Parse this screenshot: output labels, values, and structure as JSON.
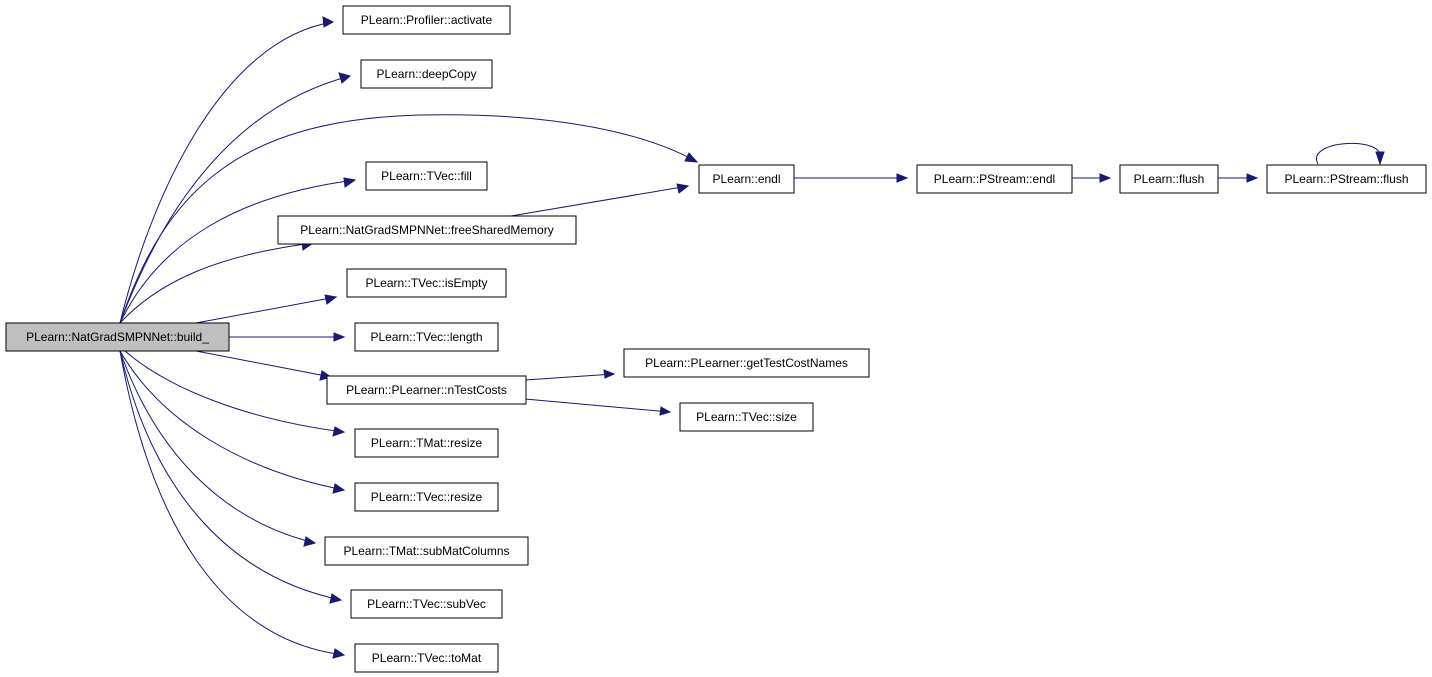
{
  "colors": {
    "edge": "#191970",
    "node_fill": "#ffffff",
    "root_fill": "#bfbfbf",
    "node_border": "#000000"
  },
  "nodes": {
    "build": "PLearn::NatGradSMPNNet::build_",
    "activate": "PLearn::Profiler::activate",
    "deepcopy": "PLearn::deepCopy",
    "endl": "PLearn::endl",
    "fill": "PLearn::TVec::fill",
    "free_shared": "PLearn::NatGradSMPNNet::freeSharedMemory",
    "isempty": "PLearn::TVec::isEmpty",
    "length": "PLearn::TVec::length",
    "ntestcosts": "PLearn::PLearner::nTestCosts",
    "tmat_resize": "PLearn::TMat::resize",
    "tvec_resize": "PLearn::TVec::resize",
    "submatcolumns": "PLearn::TMat::subMatColumns",
    "subvec": "PLearn::TVec::subVec",
    "tomat": "PLearn::TVec::toMat",
    "pstream_endl": "PLearn::PStream::endl",
    "flush": "PLearn::flush",
    "pstream_flush": "PLearn::PStream::flush",
    "gettestcostnames": "PLearn::PLearner::getTestCostNames",
    "size": "PLearn::TVec::size"
  },
  "edges": [
    {
      "from": "PLearn::NatGradSMPNNet::build_",
      "to": "PLearn::Profiler::activate"
    },
    {
      "from": "PLearn::NatGradSMPNNet::build_",
      "to": "PLearn::deepCopy"
    },
    {
      "from": "PLearn::NatGradSMPNNet::build_",
      "to": "PLearn::endl"
    },
    {
      "from": "PLearn::NatGradSMPNNet::build_",
      "to": "PLearn::TVec::fill"
    },
    {
      "from": "PLearn::NatGradSMPNNet::build_",
      "to": "PLearn::NatGradSMPNNet::freeSharedMemory"
    },
    {
      "from": "PLearn::NatGradSMPNNet::build_",
      "to": "PLearn::TVec::isEmpty"
    },
    {
      "from": "PLearn::NatGradSMPNNet::build_",
      "to": "PLearn::TVec::length"
    },
    {
      "from": "PLearn::NatGradSMPNNet::build_",
      "to": "PLearn::PLearner::nTestCosts"
    },
    {
      "from": "PLearn::NatGradSMPNNet::build_",
      "to": "PLearn::TMat::resize"
    },
    {
      "from": "PLearn::NatGradSMPNNet::build_",
      "to": "PLearn::TVec::resize"
    },
    {
      "from": "PLearn::NatGradSMPNNet::build_",
      "to": "PLearn::TMat::subMatColumns"
    },
    {
      "from": "PLearn::NatGradSMPNNet::build_",
      "to": "PLearn::TVec::subVec"
    },
    {
      "from": "PLearn::NatGradSMPNNet::build_",
      "to": "PLearn::TVec::toMat"
    },
    {
      "from": "PLearn::NatGradSMPNNet::freeSharedMemory",
      "to": "PLearn::endl"
    },
    {
      "from": "PLearn::endl",
      "to": "PLearn::PStream::endl"
    },
    {
      "from": "PLearn::PStream::endl",
      "to": "PLearn::flush"
    },
    {
      "from": "PLearn::flush",
      "to": "PLearn::PStream::flush"
    },
    {
      "from": "PLearn::PStream::flush",
      "to": "PLearn::PStream::flush"
    },
    {
      "from": "PLearn::PLearner::nTestCosts",
      "to": "PLearn::PLearner::getTestCostNames"
    },
    {
      "from": "PLearn::PLearner::nTestCosts",
      "to": "PLearn::TVec::size"
    }
  ]
}
